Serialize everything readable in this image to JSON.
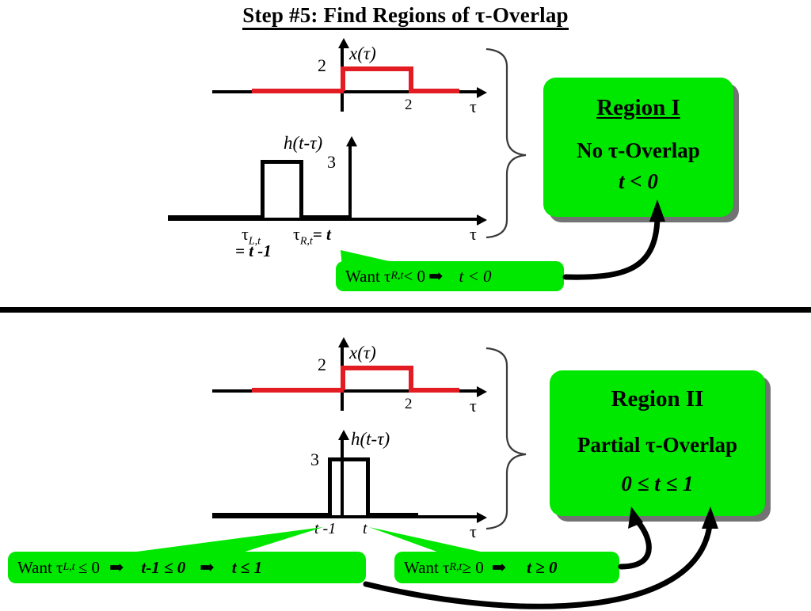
{
  "title": "Step #5: Find Regions of τ-Overlap",
  "panels": [
    {
      "id": "top",
      "signal_plot": {
        "fn_label": "x(τ)",
        "y_label": "2",
        "x_tick": "2",
        "axis_label": "τ",
        "pulse_color": "#E31B23"
      },
      "response_plot": {
        "fn_label": "h(t-τ)",
        "y_label": "3",
        "left_edge_label": "τ",
        "left_edge_sub": "L,t",
        "left_edge_value": "= t -1",
        "right_edge_label": "τ",
        "right_edge_sub": "R,t",
        "right_edge_value": "= t",
        "axis_label": "τ",
        "pulse_color": "#000000"
      },
      "region": {
        "name": "Region I",
        "description": "No τ-Overlap",
        "condition": "t < 0",
        "underline_title": true,
        "color": "#00E800"
      },
      "callouts": [
        {
          "id": "want-tau-R-t1",
          "prefix": "Want",
          "symbol": "τ",
          "subscript": "R,t",
          "relation": "< 0",
          "arrow": "➡",
          "result": "t < 0"
        }
      ]
    },
    {
      "id": "bottom",
      "signal_plot": {
        "fn_label": "x(τ)",
        "y_label": "2",
        "x_tick": "2",
        "axis_label": "τ",
        "pulse_color": "#E31B23"
      },
      "response_plot": {
        "fn_label": "h(t-τ)",
        "y_label": "3",
        "left_edge_value": "t -1",
        "right_edge_value": "t",
        "axis_label": "τ",
        "pulse_color": "#000000"
      },
      "region": {
        "name": "Region II",
        "description": "Partial τ-Overlap",
        "condition": "0 ≤ t ≤ 1",
        "underline_title": false,
        "color": "#00E800"
      },
      "callouts": [
        {
          "id": "want-tau-L-t2",
          "prefix": "Want",
          "symbol": "τ",
          "subscript": "L,t",
          "relation": "≤ 0",
          "arrow": "➡",
          "middle": "t-1 ≤ 0",
          "arrow2": "➡",
          "result": "t ≤ 1"
        },
        {
          "id": "want-tau-R-t2",
          "prefix": "Want",
          "symbol": "τ",
          "subscript": "R,t",
          "relation": "≥ 0",
          "arrow": "➡",
          "result": "t ≥ 0"
        }
      ]
    }
  ]
}
